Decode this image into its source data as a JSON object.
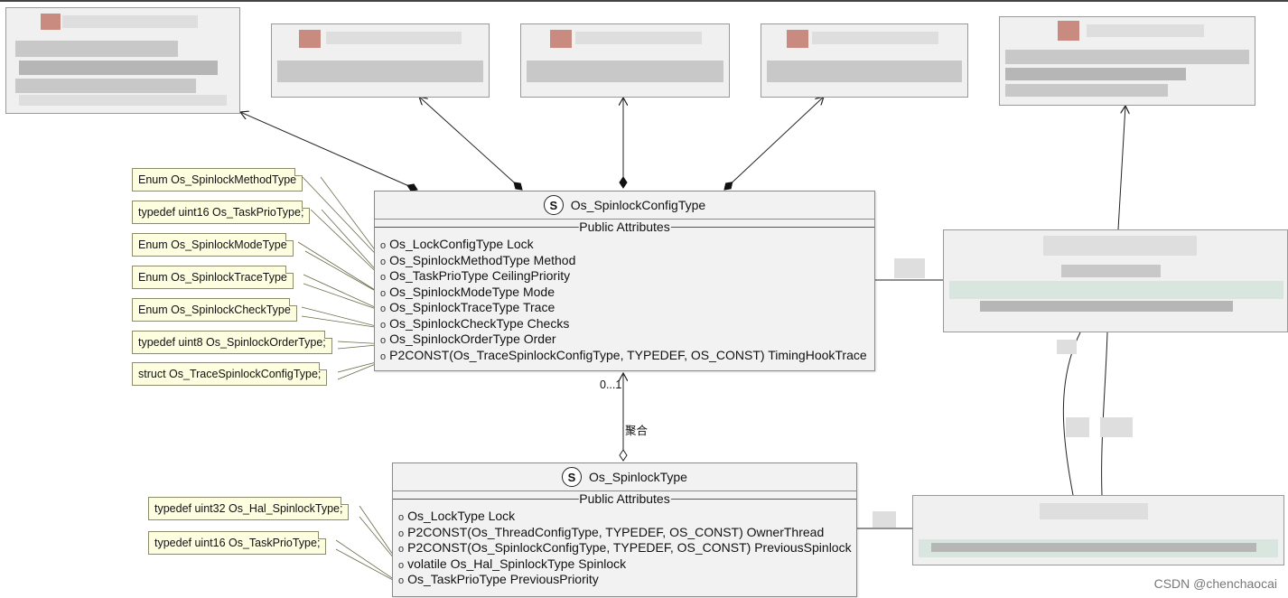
{
  "classes": {
    "config": {
      "stereotype": "S",
      "name": "Os_SpinlockConfigType",
      "section": "Public Attributes",
      "attributes": [
        "Os_LockConfigType Lock",
        "Os_SpinlockMethodType Method",
        "Os_TaskPrioType CeilingPriority",
        "Os_SpinlockModeType Mode",
        "Os_SpinlockTraceType Trace",
        "Os_SpinlockCheckType Checks",
        "Os_SpinlockOrderType Order",
        "P2CONST(Os_TraceSpinlockConfigType, TYPEDEF, OS_CONST) TimingHookTrace"
      ]
    },
    "spinlock": {
      "stereotype": "S",
      "name": "Os_SpinlockType",
      "section": "Public Attributes",
      "attributes": [
        "Os_LockType Lock",
        "P2CONST(Os_ThreadConfigType, TYPEDEF, OS_CONST) OwnerThread",
        "P2CONST(Os_SpinlockConfigType, TYPEDEF, OS_CONST) PreviousSpinlock",
        "volatile Os_Hal_SpinlockType Spinlock",
        "Os_TaskPrioType PreviousPriority"
      ]
    }
  },
  "visibility_symbol": "o",
  "notes": {
    "config": [
      "Enum Os_SpinlockMethodType",
      "typedef uint16 Os_TaskPrioType;",
      "Enum Os_SpinlockModeType",
      "Enum Os_SpinlockTraceType",
      "Enum Os_SpinlockCheckType",
      "typedef uint8 Os_SpinlockOrderType;",
      "struct Os_TraceSpinlockConfigType;"
    ],
    "spinlock": [
      "typedef uint32 Os_Hal_SpinlockType;",
      "typedef uint16 Os_TaskPrioType;"
    ]
  },
  "relation": {
    "multiplicity": "0...1",
    "label": "聚合"
  },
  "watermark": "CSDN @chenchaocai",
  "colors": {
    "class_fill": "#f2f2f2",
    "note_fill": "#fdfde0",
    "border": "#8a8a8a"
  }
}
